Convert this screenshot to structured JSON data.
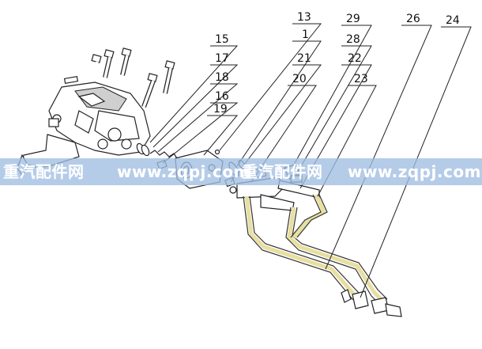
{
  "callouts": {
    "c15": "15",
    "c17": "17",
    "c18": "18",
    "c16": "16",
    "c19": "19",
    "c13": "13",
    "c1": "1",
    "c21": "21",
    "c20": "20",
    "c29": "29",
    "c28": "28",
    "c22": "22",
    "c23": "23",
    "c26": "26",
    "c24": "24"
  },
  "watermark": {
    "segment1": "重汽配件网",
    "segment2": "www.zqpj.com",
    "segment3": "重汽配件网",
    "segment4": "www.zqpj.com"
  },
  "colors": {
    "pipe": "#e8dfa0",
    "watermark_band": "#a0bee1"
  }
}
